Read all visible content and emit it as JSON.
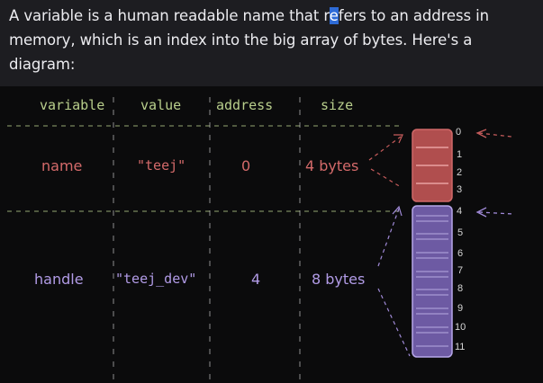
{
  "intro": {
    "before": "A variable is a human readable name that r",
    "highlight": "e",
    "after": "fers to an address in memory, which is an index into the big array of bytes. Here's a diagram:"
  },
  "headers": {
    "variable": "variable",
    "value": "value",
    "address": "address",
    "size": "size"
  },
  "rows": [
    {
      "name": "name",
      "value": "\"teej\"",
      "address": "0",
      "size": "4 bytes"
    },
    {
      "name": "handle",
      "value": "\"teej_dev\"",
      "address": "4",
      "size": "8 bytes"
    }
  ],
  "memory": {
    "labels": [
      "0",
      "1",
      "2",
      "3",
      "4",
      "5",
      "6",
      "7",
      "8",
      "9",
      "10",
      "11"
    ],
    "colors": {
      "row1": "#c55a5a",
      "row2": "#a08ad8",
      "green": "#b9cf8c"
    }
  }
}
